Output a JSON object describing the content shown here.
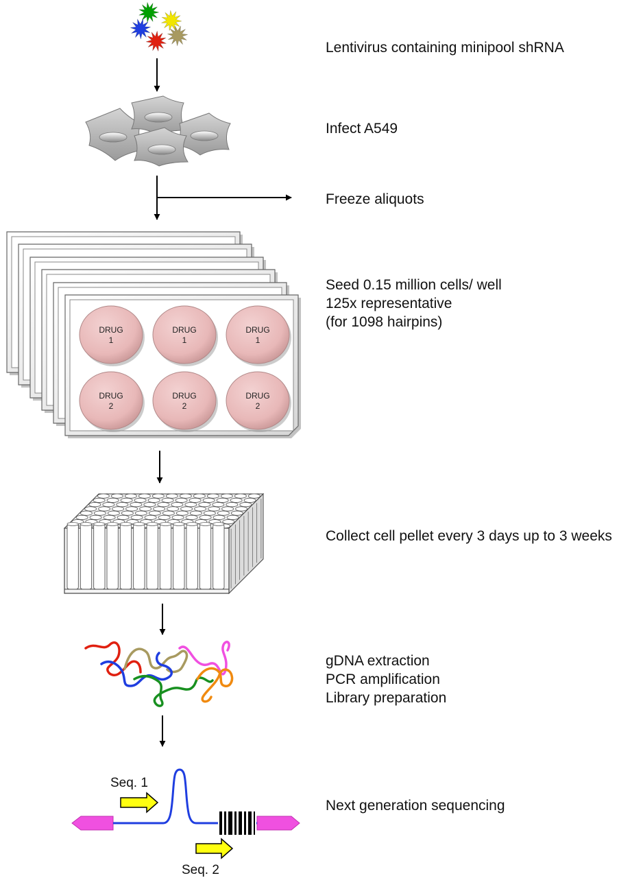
{
  "steps": [
    {
      "id": "lentivirus",
      "lines": [
        "Lentivirus containing minipool shRNA"
      ]
    },
    {
      "id": "infect",
      "lines": [
        "Infect A549"
      ]
    },
    {
      "id": "freeze",
      "lines": [
        "Freeze aliquots"
      ]
    },
    {
      "id": "seed",
      "lines": [
        "Seed 0.15 million cells/ well",
        "125x representative",
        "(for 1098 hairpins)"
      ]
    },
    {
      "id": "collect",
      "lines": [
        "Collect cell pellet every 3 days up to 3 weeks"
      ]
    },
    {
      "id": "extract",
      "lines": [
        "gDNA extraction",
        "PCR amplification",
        "Library preparation"
      ]
    },
    {
      "id": "sequencing",
      "lines": [
        "Next generation sequencing"
      ]
    }
  ],
  "plate": {
    "wells": [
      {
        "line1": "DRUG",
        "line2": "1"
      },
      {
        "line1": "DRUG",
        "line2": "1"
      },
      {
        "line1": "DRUG",
        "line2": "1"
      },
      {
        "line1": "DRUG",
        "line2": "2"
      },
      {
        "line1": "DRUG",
        "line2": "2"
      },
      {
        "line1": "DRUG",
        "line2": "2"
      }
    ]
  },
  "sequencing_primers": {
    "seq1": "Seq. 1",
    "seq2": "Seq. 2"
  },
  "virus_colors": [
    "#00a000",
    "#1f3ee0",
    "#e02010",
    "#f2e600",
    "#a89a60"
  ],
  "dna_strand_colors": [
    "#e02010",
    "#1f3ee0",
    "#a89a60",
    "#f050e0",
    "#189020",
    "#f08a10"
  ],
  "colors": {
    "well_fill": "#ebbcbc",
    "cell_fill": "#b8b8b8",
    "end_cap": "#f050e0",
    "primer_arrow": "#ffff10",
    "construct_line": "#1f3ee0"
  }
}
